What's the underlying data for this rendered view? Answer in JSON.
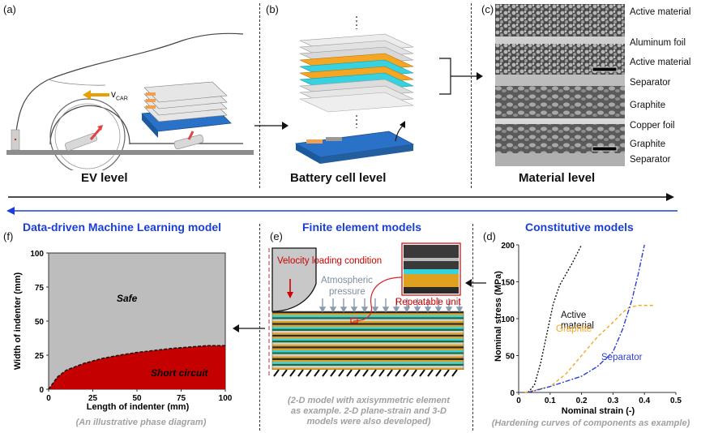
{
  "panels": {
    "a": {
      "tag": "(a)",
      "level": "EV level",
      "vcar_base": "v",
      "vcar_sub": "CAR"
    },
    "b": {
      "tag": "(b)",
      "level": "Battery cell level"
    },
    "c": {
      "tag": "(c)",
      "level": "Material level",
      "layers": [
        "Active material",
        "Aluminum foil",
        "Active material",
        "Separator",
        "Graphite",
        "Copper foil",
        "Graphite",
        "Separator"
      ]
    },
    "d": {
      "tag": "(d)",
      "title": "Constitutive models",
      "caption": "(Hardening curves of components as example)"
    },
    "e": {
      "tag": "(e)",
      "title": "Finite element models",
      "velocity": "Velocity loading condition",
      "pressure_line1": "Atmospheric",
      "pressure_line2": "pressure",
      "repeatable": "Repeatable unit",
      "caption": [
        "(2-D model with axisymmetric element",
        "as example. 2-D plane-strain and  3-D",
        "models were also developed)"
      ]
    },
    "f": {
      "tag": "(f)",
      "title": "Data-driven Machine Learning model",
      "safe": "Safe",
      "short": "Short circuit",
      "caption": "(An illustrative phase diagram)"
    }
  },
  "colors": {
    "blue": "#1a3fd6",
    "red": "#cc0000",
    "gray": "#bdbdbd",
    "orange": "#f5a623",
    "cyan": "#36d2e0",
    "battery_blue": "#2a72c8"
  },
  "chart_data": [
    {
      "type": "area",
      "xlabel": "Length of indenter (mm)",
      "ylabel": "Width of indenter (mm)",
      "xlim": [
        0,
        100
      ],
      "ylim": [
        0,
        100
      ],
      "xticks": [
        "0",
        "25",
        "50",
        "75",
        "100"
      ],
      "yticks": [
        "0",
        "25",
        "50",
        "75",
        "100"
      ],
      "regions": [
        "Safe",
        "Short circuit"
      ],
      "boundary": {
        "x": [
          0,
          5,
          10,
          20,
          30,
          40,
          50,
          60,
          70,
          80,
          90,
          100
        ],
        "y": [
          0,
          9,
          14,
          19,
          22.5,
          25,
          27,
          28.5,
          30,
          31,
          32,
          32
        ]
      }
    },
    {
      "type": "line",
      "xlabel": "Nominal strain (-)",
      "ylabel": "Nominal stress (MPa)",
      "xlim": [
        0,
        0.5
      ],
      "ylim": [
        0,
        200
      ],
      "xticks": [
        "0",
        "0.1",
        "0.2",
        "0.3",
        "0.4",
        "0.5"
      ],
      "yticks": [
        "0",
        "50",
        "100",
        "150",
        "200"
      ],
      "series": [
        {
          "name": "Active material",
          "color": "#111111",
          "x": [
            0.03,
            0.05,
            0.07,
            0.09,
            0.11,
            0.13,
            0.15,
            0.17,
            0.2
          ],
          "y": [
            0,
            10,
            40,
            80,
            120,
            145,
            160,
            175,
            200
          ]
        },
        {
          "name": "Graphite",
          "color": "#f5a623",
          "x": [
            0.02,
            0.1,
            0.15,
            0.2,
            0.25,
            0.3,
            0.33,
            0.35,
            0.38,
            0.43
          ],
          "y": [
            0,
            8,
            25,
            50,
            75,
            95,
            108,
            115,
            118,
            118
          ]
        },
        {
          "name": "Separator",
          "color": "#2a3fd6",
          "x": [
            0.03,
            0.1,
            0.2,
            0.25,
            0.3,
            0.33,
            0.36,
            0.38,
            0.4
          ],
          "y": [
            0,
            8,
            22,
            35,
            55,
            85,
            125,
            160,
            200
          ]
        }
      ]
    }
  ]
}
